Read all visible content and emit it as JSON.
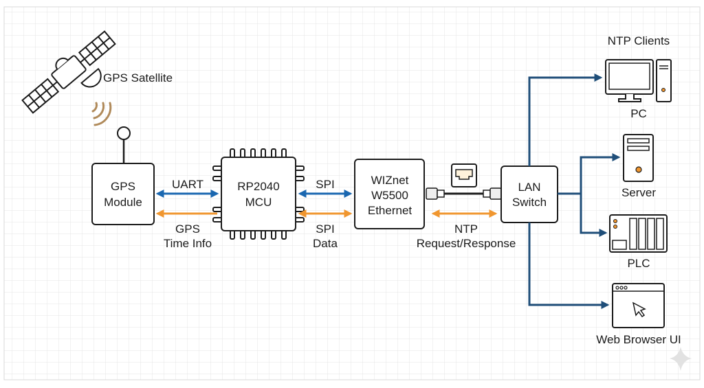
{
  "colors": {
    "data_link": "#1a67b0",
    "time_link": "#f0962f",
    "network_link": "#1f4e79",
    "signal": "#b08a5a",
    "grid": "#e4e4e4"
  },
  "satellite": {
    "label": "GPS Satellite",
    "icon": "satellite-icon"
  },
  "gps_module": {
    "lines": [
      "GPS",
      "Module"
    ]
  },
  "mcu": {
    "lines": [
      "RP2040",
      "MCU"
    ]
  },
  "ethernet": {
    "lines": [
      "WIZnet",
      "W5500",
      "Ethernet"
    ]
  },
  "switch": {
    "lines": [
      "LAN",
      "Switch"
    ]
  },
  "links": {
    "uart": "UART",
    "gps_time": [
      "GPS",
      "Time Info"
    ],
    "spi": "SPI",
    "spi_data": [
      "SPI",
      "Data"
    ],
    "ntp": [
      "NTP",
      "Request/Response"
    ]
  },
  "clients": {
    "title": "NTP Clients",
    "items": [
      {
        "label": "PC",
        "icon": "pc-icon"
      },
      {
        "label": "Server",
        "icon": "server-icon"
      },
      {
        "label": "PLC",
        "icon": "plc-icon"
      },
      {
        "label": "Web Browser UI",
        "icon": "browser-icon"
      }
    ]
  }
}
